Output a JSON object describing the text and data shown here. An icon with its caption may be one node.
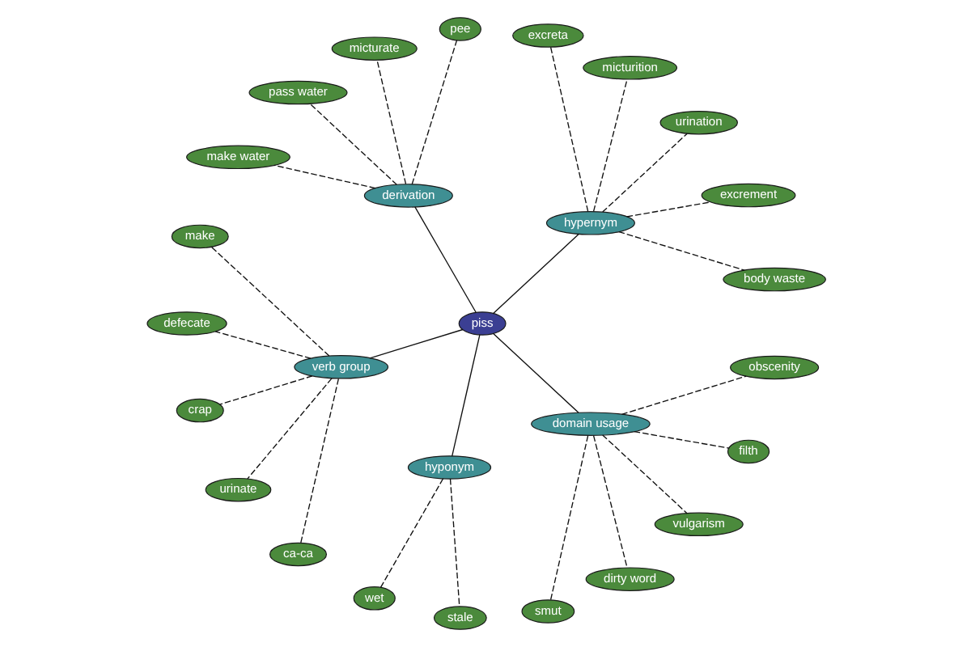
{
  "diagram": {
    "nodes": [
      {
        "text": [
          "piss"
        ]
      },
      {
        "text": [
          "hypernym"
        ]
      },
      {
        "text": [
          "body waste"
        ]
      },
      {
        "text": [
          "excrement"
        ]
      },
      {
        "text": [
          "urination"
        ]
      },
      {
        "text": [
          "micturition"
        ]
      },
      {
        "text": [
          "excreta"
        ]
      },
      {
        "text": [
          "derivation"
        ]
      },
      {
        "text": [
          "pee"
        ]
      },
      {
        "text": [
          "micturate"
        ]
      },
      {
        "text": [
          "pass water"
        ]
      },
      {
        "text": [
          "make water"
        ]
      },
      {
        "text": [
          "verb group"
        ]
      },
      {
        "text": [
          "make"
        ]
      },
      {
        "text": [
          "defecate"
        ]
      },
      {
        "text": [
          "crap"
        ]
      },
      {
        "text": [
          "urinate"
        ]
      },
      {
        "text": [
          "ca-ca"
        ]
      },
      {
        "text": [
          "hyponym"
        ]
      },
      {
        "text": [
          "wet"
        ]
      },
      {
        "text": [
          "stale"
        ]
      },
      {
        "text": [
          "domain usage"
        ]
      },
      {
        "text": [
          "smut"
        ]
      },
      {
        "text": [
          "dirty word"
        ]
      },
      {
        "text": [
          "vulgarism"
        ]
      },
      {
        "text": [
          "filth"
        ]
      },
      {
        "text": [
          "obscenity"
        ]
      }
    ],
    "edges": [
      {
        "from": 0,
        "to": 1,
        "arrow": "none"
      },
      {
        "from": 1,
        "to": 2,
        "arrow": "none",
        "style": "dashed"
      },
      {
        "from": 1,
        "to": 3,
        "arrow": "none",
        "style": "dashed"
      },
      {
        "from": 1,
        "to": 4,
        "arrow": "none",
        "style": "dashed"
      },
      {
        "from": 1,
        "to": 5,
        "arrow": "none",
        "style": "dashed"
      },
      {
        "from": 1,
        "to": 6,
        "arrow": "none",
        "style": "dashed"
      },
      {
        "from": 0,
        "to": 7,
        "arrow": "none"
      },
      {
        "from": 7,
        "to": 8,
        "arrow": "none",
        "style": "dashed"
      },
      {
        "from": 7,
        "to": 9,
        "arrow": "none",
        "style": "dashed"
      },
      {
        "from": 7,
        "to": 10,
        "arrow": "none",
        "style": "dashed"
      },
      {
        "from": 7,
        "to": 11,
        "arrow": "none",
        "style": "dashed"
      },
      {
        "from": 0,
        "to": 12,
        "arrow": "none"
      },
      {
        "from": 12,
        "to": 13,
        "arrow": "none",
        "style": "dashed"
      },
      {
        "from": 12,
        "to": 14,
        "arrow": "none",
        "style": "dashed"
      },
      {
        "from": 12,
        "to": 15,
        "arrow": "none",
        "style": "dashed"
      },
      {
        "from": 12,
        "to": 16,
        "arrow": "none",
        "style": "dashed"
      },
      {
        "from": 12,
        "to": 17,
        "arrow": "none",
        "style": "dashed"
      },
      {
        "from": 0,
        "to": 18,
        "arrow": "none"
      },
      {
        "from": 18,
        "to": 19,
        "arrow": "none",
        "style": "dashed"
      },
      {
        "from": 18,
        "to": 20,
        "arrow": "none",
        "style": "dashed"
      },
      {
        "from": 0,
        "to": 21,
        "arrow": "none"
      },
      {
        "from": 21,
        "to": 22,
        "arrow": "none",
        "style": "dashed"
      },
      {
        "from": 21,
        "to": 23,
        "arrow": "none",
        "style": "dashed"
      },
      {
        "from": 21,
        "to": 24,
        "arrow": "none",
        "style": "dashed"
      },
      {
        "from": 21,
        "to": 25,
        "arrow": "none",
        "style": "dashed"
      },
      {
        "from": 21,
        "to": 26,
        "arrow": "none",
        "style": "dashed"
      }
    ]
  }
}
